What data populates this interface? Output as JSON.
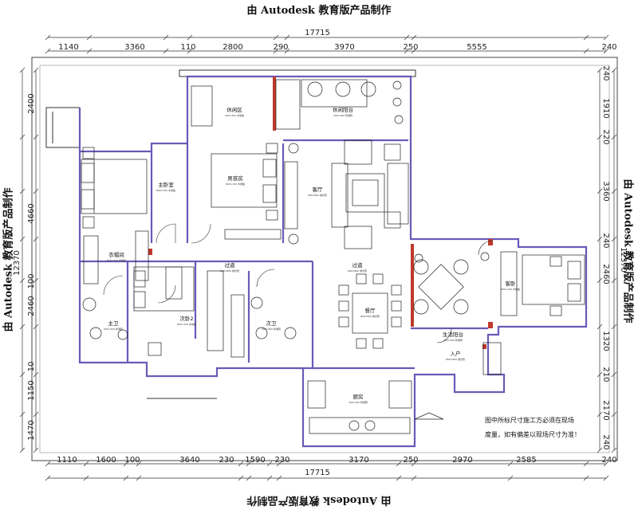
{
  "watermark": "由 Autodesk 教育版产品制作",
  "dimensions": {
    "overall_width": "17715",
    "overall_height": "12370",
    "top_chain": [
      "1140",
      "3360",
      "110",
      "2800",
      "290",
      "3970",
      "250",
      "5555",
      "240"
    ],
    "bottom_chain": [
      "1110",
      "1600",
      "100",
      "3640",
      "230",
      "1590",
      "230",
      "3170",
      "250",
      "2970",
      "2585",
      "240"
    ],
    "left_chain": [
      "2400",
      "4660",
      "100",
      "2460",
      "10",
      "1150",
      "1470"
    ],
    "right_chain": [
      "240",
      "1910",
      "220",
      "3360",
      "240",
      "2460",
      "1320",
      "210",
      "2170",
      "240"
    ]
  },
  "rooms": [
    {
      "id": "leisure-room",
      "name": "休闲区",
      "sub": "200×320 木地板"
    },
    {
      "id": "leisure-balcony",
      "name": "休闲阳台",
      "sub": "300×300 防滑砖"
    },
    {
      "id": "master-bedroom",
      "name": "主卧室",
      "sub": "800×150 木地板"
    },
    {
      "id": "boys-room",
      "name": "男孩房",
      "sub": "800×150 木地板"
    },
    {
      "id": "living-room",
      "name": "客厅",
      "sub": "800×800 抛光砖"
    },
    {
      "id": "cloakroom",
      "name": "衣帽间",
      "sub": "800×150 木地板"
    },
    {
      "id": "corridor-left",
      "name": "过道",
      "sub": "800×800 抛光砖"
    },
    {
      "id": "corridor-right",
      "name": "过道",
      "sub": "800×800 抛光砖"
    },
    {
      "id": "master-bath",
      "name": "主卫",
      "sub": "300×300 防滑砖"
    },
    {
      "id": "second-bedroom",
      "name": "次卧2",
      "sub": "800×150 木地板"
    },
    {
      "id": "second-bath",
      "name": "次卫",
      "sub": "300×300 防滑砖"
    },
    {
      "id": "dining-room",
      "name": "餐厅",
      "sub": "800×800 抛光砖"
    },
    {
      "id": "living-balcony",
      "name": "生活阳台",
      "sub": "300×300 防滑砖"
    },
    {
      "id": "guest-room",
      "name": "客卧",
      "sub": "800×150 木地板"
    },
    {
      "id": "entrance",
      "name": "入户",
      "sub": "800×800 抛光砖"
    },
    {
      "id": "kitchen",
      "name": "厨房",
      "sub": "300×300 防滑砖"
    }
  ],
  "notes": {
    "line1": "图中所标尺寸施工方必须在现场",
    "line2": "度量，如有偏差以现场尺寸为准！"
  },
  "colors": {
    "wall": "#6a5ab8",
    "door_jamb": "#c0392b",
    "line": "#222222"
  }
}
